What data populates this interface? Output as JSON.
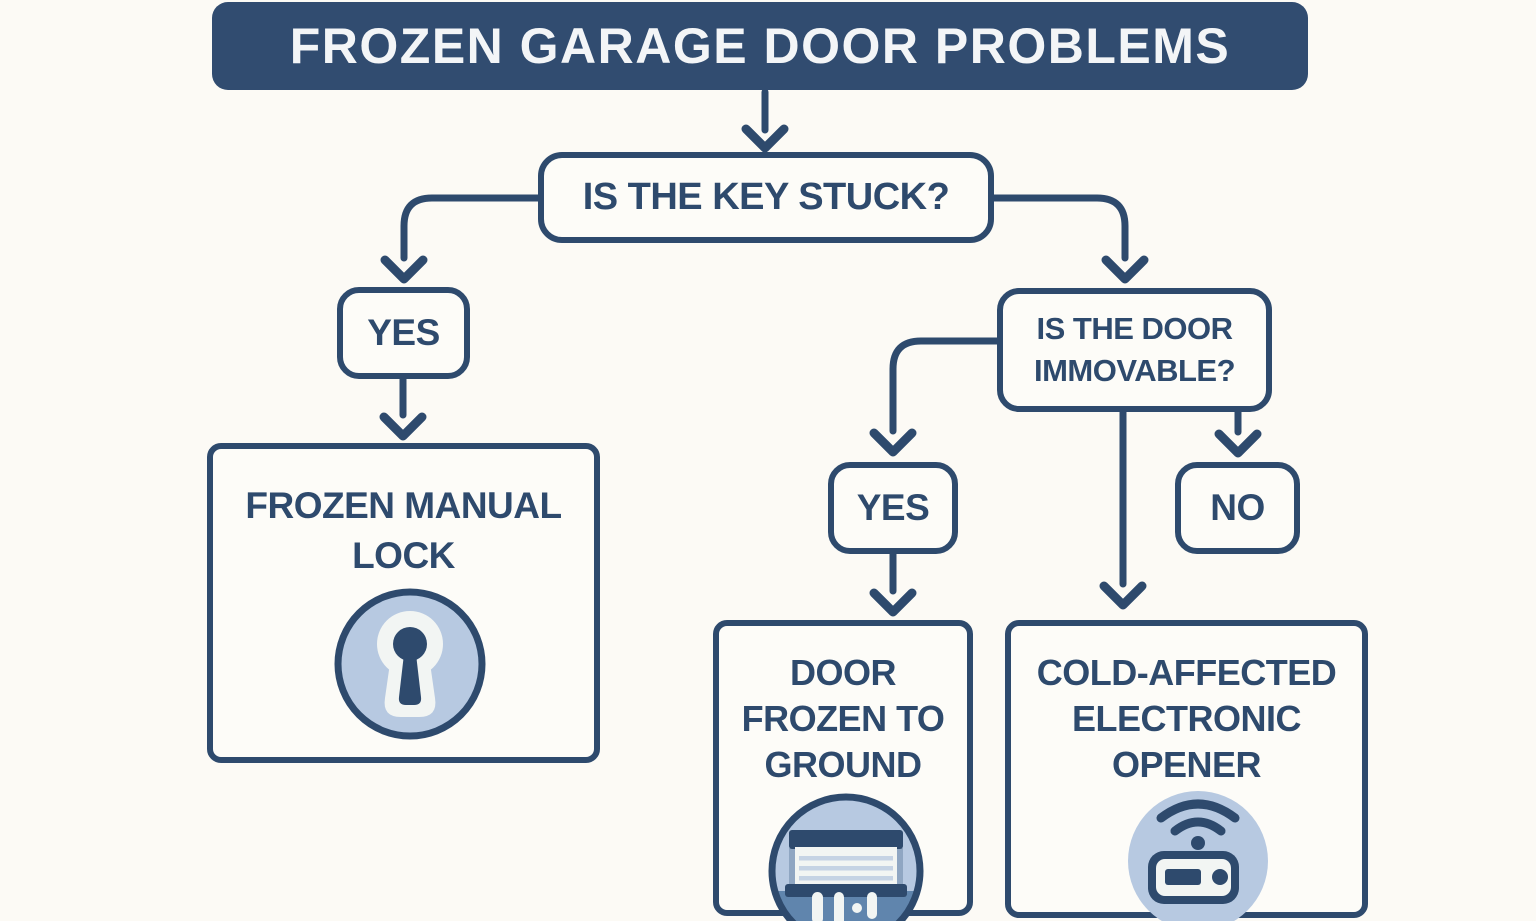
{
  "header": {
    "title": "FROZEN GARAGE DOOR PROBLEMS"
  },
  "flowchart": {
    "question1": {
      "label": "IS THE KEY STUCK?"
    },
    "yes_left": {
      "label": "YES"
    },
    "outcome_lock": {
      "label": "FROZEN MANUAL\nLOCK",
      "icon": "keyhole-icon"
    },
    "question2": {
      "label": "IS THE DOOR\nIMMOVABLE?"
    },
    "yes_right": {
      "label": "YES"
    },
    "no_right": {
      "label": "NO"
    },
    "outcome_ground": {
      "label": "DOOR\nFROZEN TO\nGROUND",
      "icon": "frozen-garage-door-icon"
    },
    "outcome_opener": {
      "label": "COLD-AFFECTED\nELECTRONIC\nOPENER",
      "icon": "remote-opener-icon"
    }
  },
  "colors": {
    "background": "#FCFAF5",
    "navy": "#2E4A6D",
    "header_bg": "#314C70",
    "header_text": "#F3F5F7",
    "box_bg": "#FDFCF8",
    "icon_light_blue": "#B7C9E1",
    "icon_medium_blue": "#6085AD",
    "icon_stripe_blue": "#C5D3E4",
    "icon_white": "#F2F5F3"
  }
}
